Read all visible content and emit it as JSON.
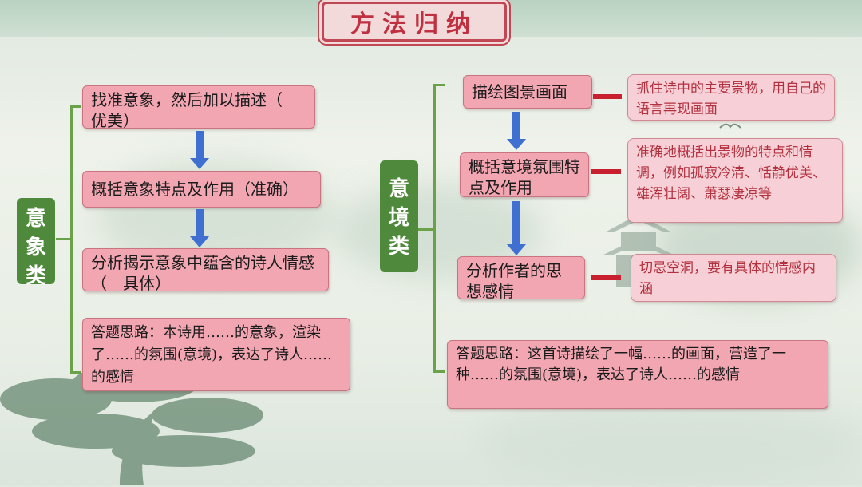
{
  "title": "方法归纳",
  "left": {
    "category": "意象类",
    "steps": [
      {
        "text": "找准意象，然后加以描述（　优美）"
      },
      {
        "text": "概括意象特点及作用（准确）"
      },
      {
        "text": "分析揭示意象中蕴含的诗人情感（　具体）"
      }
    ],
    "answer": "答题思路：本诗用……的意象，渲染了……的氛围(意境)，表达了诗人……的感情"
  },
  "right": {
    "category": "意境类",
    "steps": [
      {
        "text": "描绘图景画面",
        "note": "抓住诗中的主要景物，用自己的语言再现画面"
      },
      {
        "text": "概括意境氛围特点及作用",
        "note": "准确地概括出景物的特点和情调，例如孤寂冷清、恬静优美、雄浑壮阔、萧瑟凄凉等"
      },
      {
        "text": "分析作者的思想感情",
        "note": "切忌空洞，要有具体的情感内涵"
      }
    ],
    "answer": "答题思路：这首诗描绘了一幅……的画面，营造了一种……的氛围(意境)，表达了诗人……的感情"
  },
  "colors": {
    "accent": "#c03040",
    "box": "#f2a6b2",
    "category": "#4f8a3c",
    "arrow": "#3f6fd0",
    "connector": "#c8202e"
  }
}
